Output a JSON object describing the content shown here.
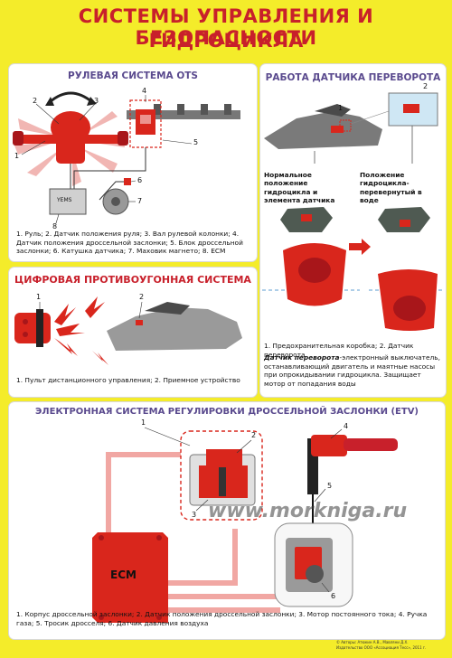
{
  "poster": {
    "title_line1": "СИСТЕМЫ УПРАВЛЕНИЯ И БЕЗОПАСНОСТИ",
    "title_line2": "ГИДРОЦИКЛА"
  },
  "steering": {
    "title": "РУЛЕВАЯ СИСТЕМА OTS",
    "labels": [
      "1",
      "2",
      "3",
      "4",
      "5",
      "6",
      "7",
      "8"
    ],
    "box_label": "YEMS",
    "caption": "1. Руль; 2. Датчик положения руля; 3. Вал рулевой колонки; 4. Датчик положения дроссельной заслонки; 5. Блок дроссельной заслонки; 6. Катушка датчика; 7. Маховик магнето; 8. ECM"
  },
  "flip": {
    "title": "РАБОТА ДАТЧИКА ПЕРЕВОРОТА",
    "labels": [
      "1",
      "2"
    ],
    "normal": "Нормальное положение гидроцикла и элемента датчика",
    "inverted": "Положение гидроцикла-перевернутый в воде",
    "caption_list": "1. Предохранительная коробка; 2. Датчик переворота",
    "caption_def_term": "Датчик переворота",
    "caption_def_text": "-электронный выключатель, останавливающий двигатель и маятные насосы при опрокидывании гидроцикла. Защищает мотор от попадания воды"
  },
  "antitheft": {
    "title": "ЦИФРОВАЯ ПРОТИВОУГОННАЯ СИСТЕМА",
    "labels": [
      "1",
      "2"
    ],
    "caption": "1. Пульт дистанционного управления; 2. Приемное устройство"
  },
  "etv": {
    "title": "ЭЛЕКТРОННАЯ СИСТЕМА РЕГУЛИРОВКИ ДРОССЕЛЬНОЙ ЗАСЛОНКИ (ETV)",
    "labels": [
      "1",
      "2",
      "3",
      "4",
      "5",
      "6"
    ],
    "ecm_label": "ECM",
    "watermark": "www.morkniga.ru",
    "caption": "1. Корпус дроссельной заслонки; 2. Датчик положения дроссельной заслонки; 3. Мотор постоянного тока; 4. Ручка газа; 5. Тросик дросселя; 6. Датчик давления воздуха"
  },
  "footer": {
    "line1": "© Авторы: Атюкин А.В., Мавляни Д.Х.",
    "line2": "Издательство ООО «Ассоциация Тесс», 2011 г."
  },
  "colors": {
    "background": "#f4ec2a",
    "title_red": "#c8202b",
    "panel_title_purple": "#5a4a8e",
    "part_red": "#d9261c"
  }
}
